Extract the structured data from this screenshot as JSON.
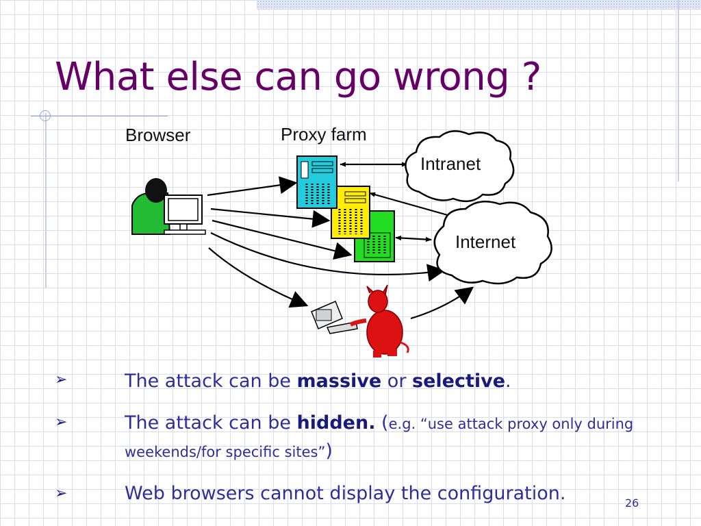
{
  "slide": {
    "title": "What else can go wrong ?",
    "page_number": "26"
  },
  "diagram": {
    "browser_label": "Browser",
    "proxy_farm_label": "Proxy farm",
    "intranet_label": "Intranet",
    "internet_label": "Internet",
    "colors": {
      "proxy1": "#22ccdd",
      "proxy2": "#ffee00",
      "proxy3": "#22dd22",
      "attacker": "#dd1111",
      "user": "#22bb33"
    }
  },
  "bullets": [
    {
      "marker": "➢",
      "parts": {
        "a": "The attack can be ",
        "b": "massive",
        "c": " or ",
        "d": "selective",
        "e": "."
      }
    },
    {
      "marker": "➢",
      "parts": {
        "a": "The attack can be ",
        "b": "hidden.",
        "c": " (",
        "d": "e.g. “use attack proxy only during weekends/for specific sites”",
        "e": ")"
      }
    },
    {
      "marker": "➢",
      "text": "Web browsers cannot display the configuration."
    }
  ]
}
